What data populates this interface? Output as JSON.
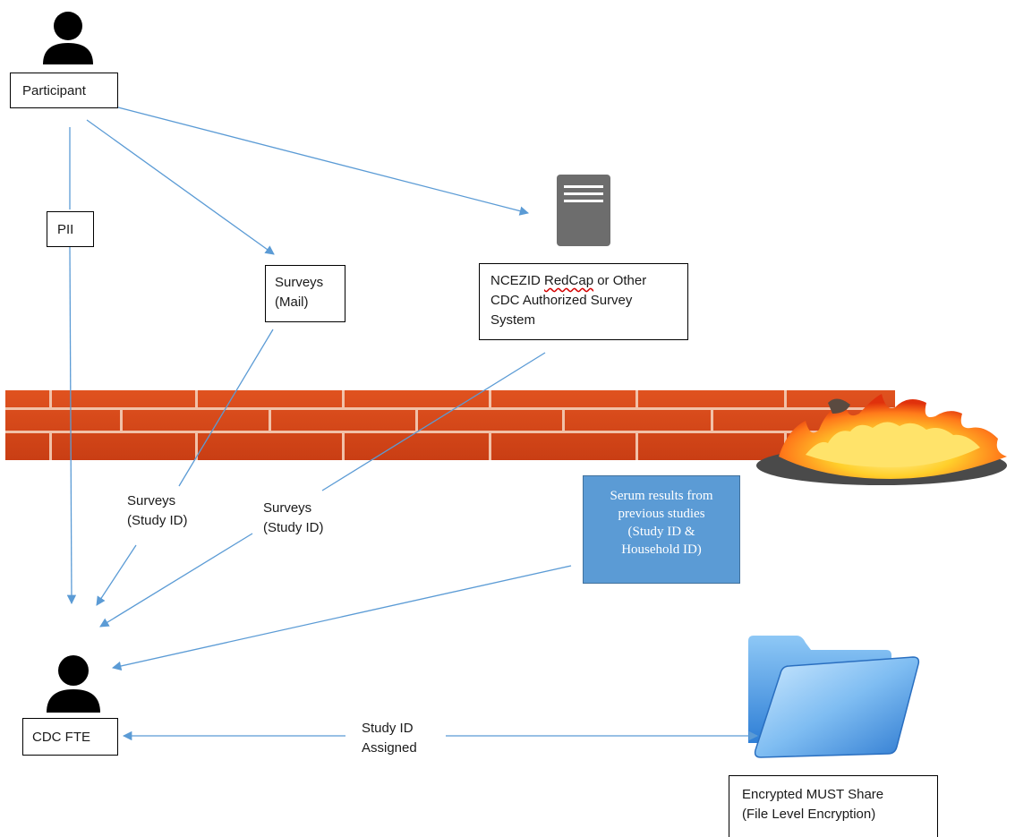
{
  "participant": {
    "label": "Participant",
    "icon": "person-icon"
  },
  "pii": {
    "label": "PII"
  },
  "surveys_mail": {
    "line1": "Surveys",
    "line2": "(Mail)"
  },
  "server": {
    "icon": "server-icon",
    "line1_pre": "NCEZID ",
    "line1_redcap": "RedCap",
    "line1_post": " or Other",
    "line2": "CDC Authorized Survey",
    "line3": "System"
  },
  "firewall": {
    "icon": "firewall-icon",
    "brick_color": "#d9461b",
    "flame": "fire-icon"
  },
  "surveys_study_left": {
    "line1": "Surveys",
    "line2": "(Study ID)"
  },
  "surveys_study_mid": {
    "line1": "Surveys",
    "line2": "(Study ID)"
  },
  "serum": {
    "line1": "Serum results from",
    "line2": "previous studies",
    "line3": "(Study ID &",
    "line4": "Household ID)",
    "color": "#5b9bd5"
  },
  "cdc_fte": {
    "label": "CDC FTE",
    "icon": "person-icon"
  },
  "study_id_assigned": {
    "line1": "Study ID",
    "line2": "Assigned"
  },
  "share": {
    "icon": "folder-icon",
    "line1": "Encrypted MUST Share",
    "line2": "(File Level Encryption)"
  },
  "arrow_color": "#5b9bd5"
}
